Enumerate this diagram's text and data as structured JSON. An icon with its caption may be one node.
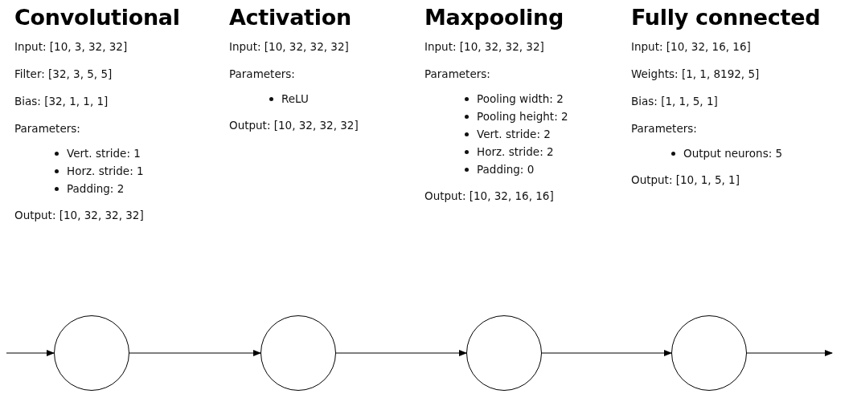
{
  "diagram": {
    "nodes": [
      {
        "text": [],
        "shape": "circle",
        "beside": [
          "Convolutional",
          "Input: [10, 3, 32, 32]",
          "Filter: [32, 3, 5, 5]",
          "Bias: [32, 1, 1, 1]",
          "Parameters:",
          "Vert. stride: 1",
          "Horz. stride: 1",
          "Padding: 2",
          "Output: [10, 32, 32, 32]"
        ]
      },
      {
        "text": [],
        "shape": "circle",
        "beside": [
          "Activation",
          "Input: [10, 32, 32, 32]",
          "Parameters:",
          "ReLU",
          "Output: [10, 32, 32, 32]"
        ]
      },
      {
        "text": [],
        "shape": "circle",
        "beside": [
          "Maxpooling",
          "Input: [10, 32, 32, 32]",
          "Parameters:",
          "Pooling width: 2",
          "Pooling height: 2",
          "Vert. stride: 2",
          "Horz. stride: 2",
          "Padding: 0",
          "Output: [10, 32, 16, 16]"
        ]
      },
      {
        "text": [],
        "shape": "circle",
        "beside": [
          "Fully connected",
          "Input: [10, 32, 16, 16]",
          "Weights: [1, 1, 8192, 5]",
          "Bias: [1, 1, 5, 1]",
          "Parameters:",
          "Output neurons: 5",
          "Output: [10, 1, 5, 1]"
        ]
      }
    ],
    "edges": [
      {
        "from": null,
        "to": 0,
        "arrow": "to"
      },
      {
        "from": 0,
        "to": 1,
        "arrow": "to"
      },
      {
        "from": 1,
        "to": 2,
        "arrow": "to"
      },
      {
        "from": 2,
        "to": 3,
        "arrow": "to"
      },
      {
        "from": 3,
        "to": null,
        "arrow": "to"
      }
    ]
  }
}
